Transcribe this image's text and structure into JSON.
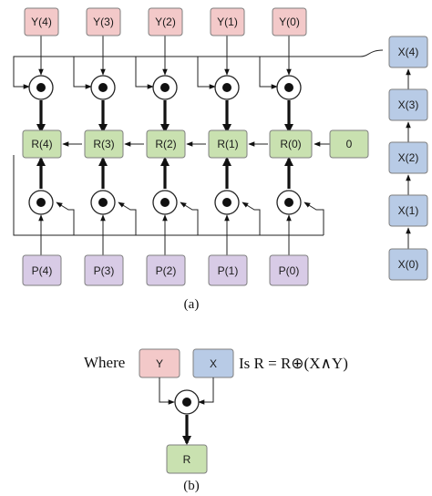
{
  "diagram": {
    "y_labels": [
      "Y(4)",
      "Y(3)",
      "Y(2)",
      "Y(1)",
      "Y(0)"
    ],
    "r_labels": [
      "R(4)",
      "R(3)",
      "R(2)",
      "R(1)",
      "R(0)"
    ],
    "p_labels": [
      "P(4)",
      "P(3)",
      "P(2)",
      "P(1)",
      "P(0)"
    ],
    "x_labels": [
      "X(4)",
      "X(3)",
      "X(2)",
      "X(1)",
      "X(0)"
    ],
    "zero_label": "0",
    "caption_a": "(a)"
  },
  "legend": {
    "where_text": "Where",
    "y_label": "Y",
    "x_label": "X",
    "formula": "Is R = R⊕(X∧Y)",
    "r_label": "R",
    "caption_b": "(b)"
  },
  "colors": {
    "y_fill": "#f3c9c9",
    "r_fill": "#c9e1b0",
    "p_fill": "#d8cbe6",
    "x_fill": "#b8cbe6",
    "stroke": "#7f7f7f"
  }
}
